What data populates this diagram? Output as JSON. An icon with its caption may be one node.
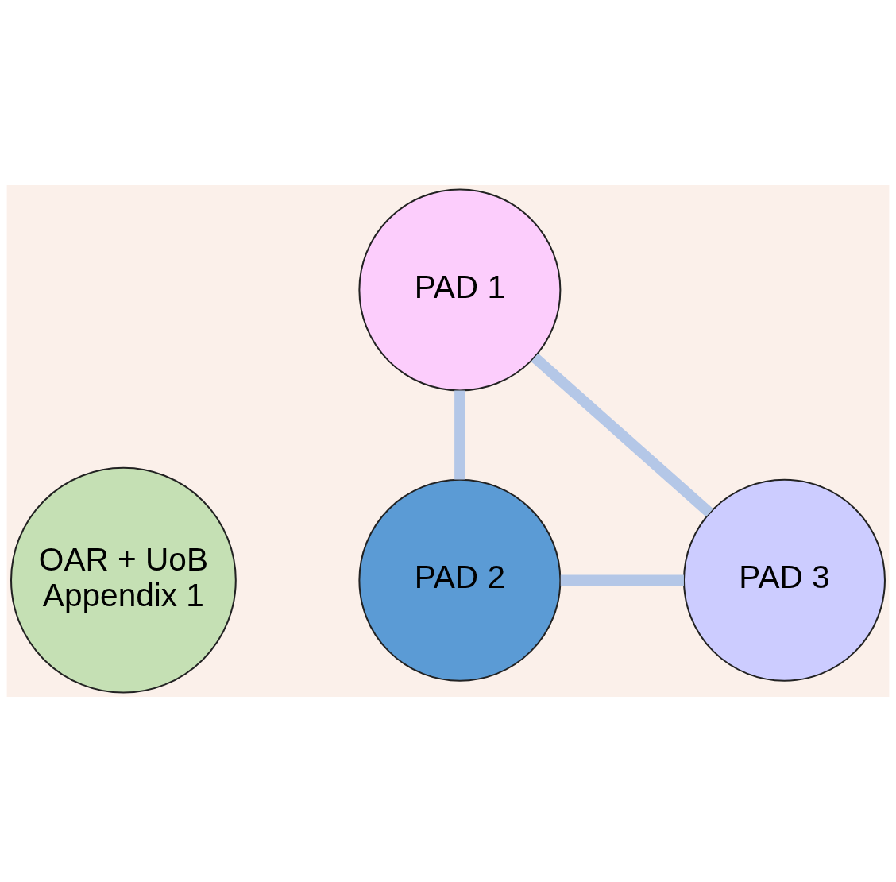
{
  "diagram": {
    "nodes": [
      {
        "text": [
          "OAR + UoB Appendix 1"
        ]
      },
      {
        "text": [
          "PAD 1"
        ]
      },
      {
        "text": [
          "PAD 2"
        ]
      },
      {
        "text": [
          "PAD 3"
        ]
      }
    ],
    "edges": [
      {
        "from": 1,
        "to": 2,
        "arrow": "none"
      },
      {
        "from": 2,
        "to": 3,
        "arrow": "none"
      },
      {
        "from": 3,
        "to": 1,
        "arrow": "none"
      }
    ]
  }
}
